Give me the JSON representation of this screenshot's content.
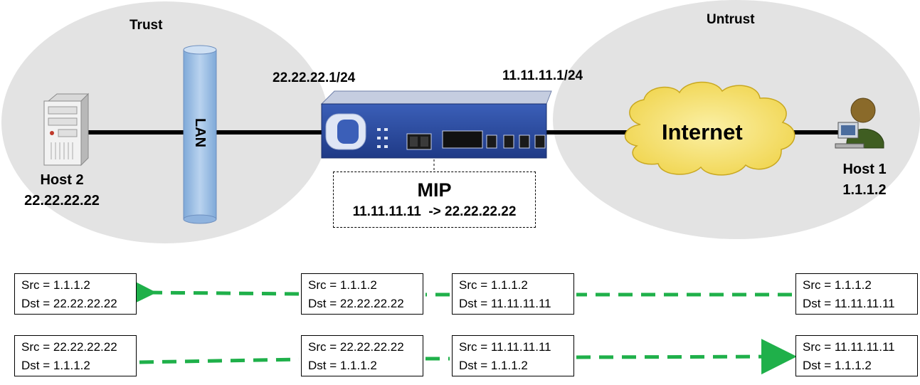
{
  "zones": {
    "trust": "Trust",
    "untrust": "Untrust"
  },
  "interfaces": {
    "trust_ip": "22.22.22.1/24",
    "untrust_ip": "11.11.11.1/24"
  },
  "lan_label": "LAN",
  "internet_label": "Internet",
  "host2": {
    "name": "Host 2",
    "ip": "22.22.22.22"
  },
  "host1": {
    "name": "Host 1",
    "ip": "1.1.1.2"
  },
  "mip": {
    "title": "MIP",
    "mapping": "11.11.11.11  -> 22.22.22.22"
  },
  "packets_row1": [
    {
      "src": "Src = 1.1.1.2",
      "dst": "Dst = 22.22.22.22"
    },
    {
      "src": "Src = 1.1.1.2",
      "dst": "Dst = 22.22.22.22"
    },
    {
      "src": "Src = 1.1.1.2",
      "dst": "Dst = 11.11.11.11"
    },
    {
      "src": "Src = 1.1.1.2",
      "dst": "Dst = 11.11.11.11"
    }
  ],
  "packets_row2": [
    {
      "src": "Src = 22.22.22.22",
      "dst": "Dst = 1.1.1.2"
    },
    {
      "src": "Src = 22.22.22.22",
      "dst": "Dst = 1.1.1.2"
    },
    {
      "src": "Src = 11.11.11.11",
      "dst": "Dst = 1.1.1.2"
    },
    {
      "src": "Src = 11.11.11.11",
      "dst": "Dst = 1.1.1.2"
    }
  ],
  "colors": {
    "zone_fill": "#e3e3e3",
    "lan_fill": "#9dc3e6",
    "cloud_fill": "#f7e47a",
    "firewall_blue": "#2b4a9e",
    "flow_green": "#1fb04a"
  }
}
